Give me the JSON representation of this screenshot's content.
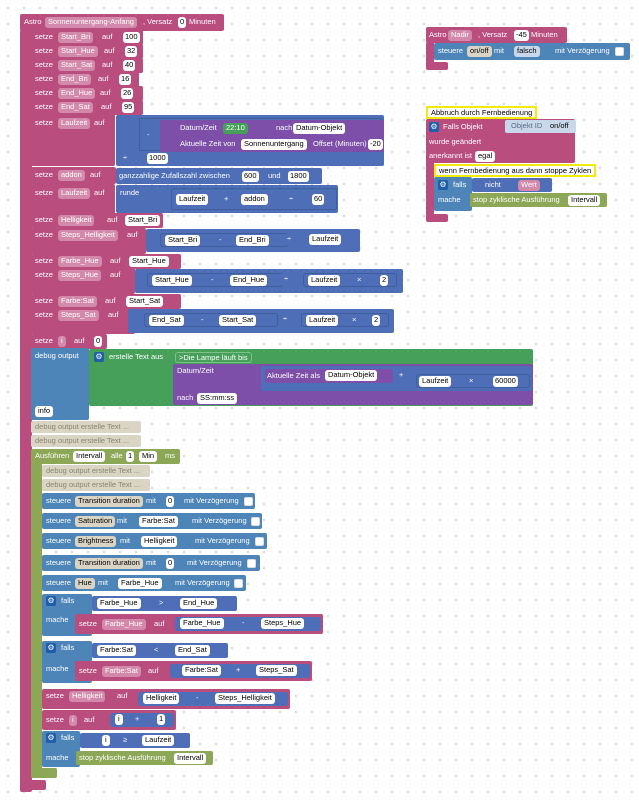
{
  "kw": {
    "astro": "Astro",
    "versatz": ", Versatz",
    "minuten": "Minuten",
    "setze": "setze",
    "auf": "auf",
    "steuere": "steuere",
    "mit": "mit",
    "mit_verzoegerung": "mit Verzögerung",
    "falls": "falls",
    "mache": "mache",
    "nicht": "nicht",
    "nach": "nach",
    "und": "und",
    "runde": "runde",
    "fuehre_aus": "Ausführen",
    "alle": "alle",
    "ms": "ms",
    "datum_zeit": "Datum/Zeit",
    "aktuelle_zeit": "Aktuelle Zeit von",
    "offset": "Offset (Minuten)",
    "aktuelle_zeit_als": "Aktuelle Zeit als",
    "zufall": "ganzzahlige Zufallszahl zwischen",
    "debug_output": "debug output",
    "erstelle_text": "erstelle Text aus",
    "falls_objekt": "Falls Objekt",
    "objekt_id": "Objekt ID",
    "wurde_geaendert": "wurde geändert",
    "anerkannt_ist": "anerkannt ist",
    "stop_zyklisch": "stop zyklische Ausführung"
  },
  "main": {
    "astro_event": "Sonnenuntergang-Anfang",
    "astro_offset": "0",
    "start_bri": "Start_Bri",
    "start_bri_val": "100",
    "start_hue": "Start_Hue",
    "start_hue_val": "32",
    "start_sat": "Start_Sat",
    "start_sat_val": "40",
    "end_bri": "End_Bri",
    "end_bri_val": "16",
    "end_hue": "End_Hue",
    "end_hue_val": "26",
    "end_sat": "End_Sat",
    "end_sat_val": "95",
    "laufzeit": "Laufzeit",
    "time_text": "22:10",
    "datum_objekt": "Datum-Objekt",
    "sonnenuntergang": "Sonnenuntergang",
    "offset_val": "-20",
    "thousand": "1000",
    "addon": "addon",
    "rand_min": "600",
    "rand_max": "1800",
    "plus": "+",
    "minus": "-",
    "div": "÷",
    "mul": "×",
    "ge": "≥",
    "lt": "<",
    "gt": ">",
    "sixty": "60",
    "two": "2",
    "one": "1",
    "zero": "0",
    "i": "i",
    "helligkeit": "Helligkeit",
    "steps_helligkeit": "Steps_Helligkeit",
    "farbe_hue": "Farbe_Hue",
    "steps_hue": "Steps_Hue",
    "farbe_sat": "Farbe:Sat",
    "steps_sat": "Steps_Sat",
    "lamp_text": ">Die Lampe läuft bis",
    "date_format": "SS:mm:ss",
    "ms_val": "60000",
    "info": "info",
    "debug_comment": "debug output erstelle Text ...",
    "intervall": "Intervall",
    "interval_val": "1",
    "min": "Min",
    "transition": "Transition duration",
    "saturation": "Saturation",
    "brightness": "Brightness",
    "hue": "Hue",
    "delay_val": "0"
  },
  "nadir": {
    "event": "Nadir",
    "offset": "-45",
    "on_off": "on/off",
    "falsch": "falsch"
  },
  "remote": {
    "comment": "Abbruch durch Fernbedienung",
    "objekt_id_val": "on/off",
    "egal": "egal",
    "comment2": "wenn Fernbedienung aus dann stoppe Zyklen",
    "wert": "Wert",
    "intervall": "Intervall"
  }
}
